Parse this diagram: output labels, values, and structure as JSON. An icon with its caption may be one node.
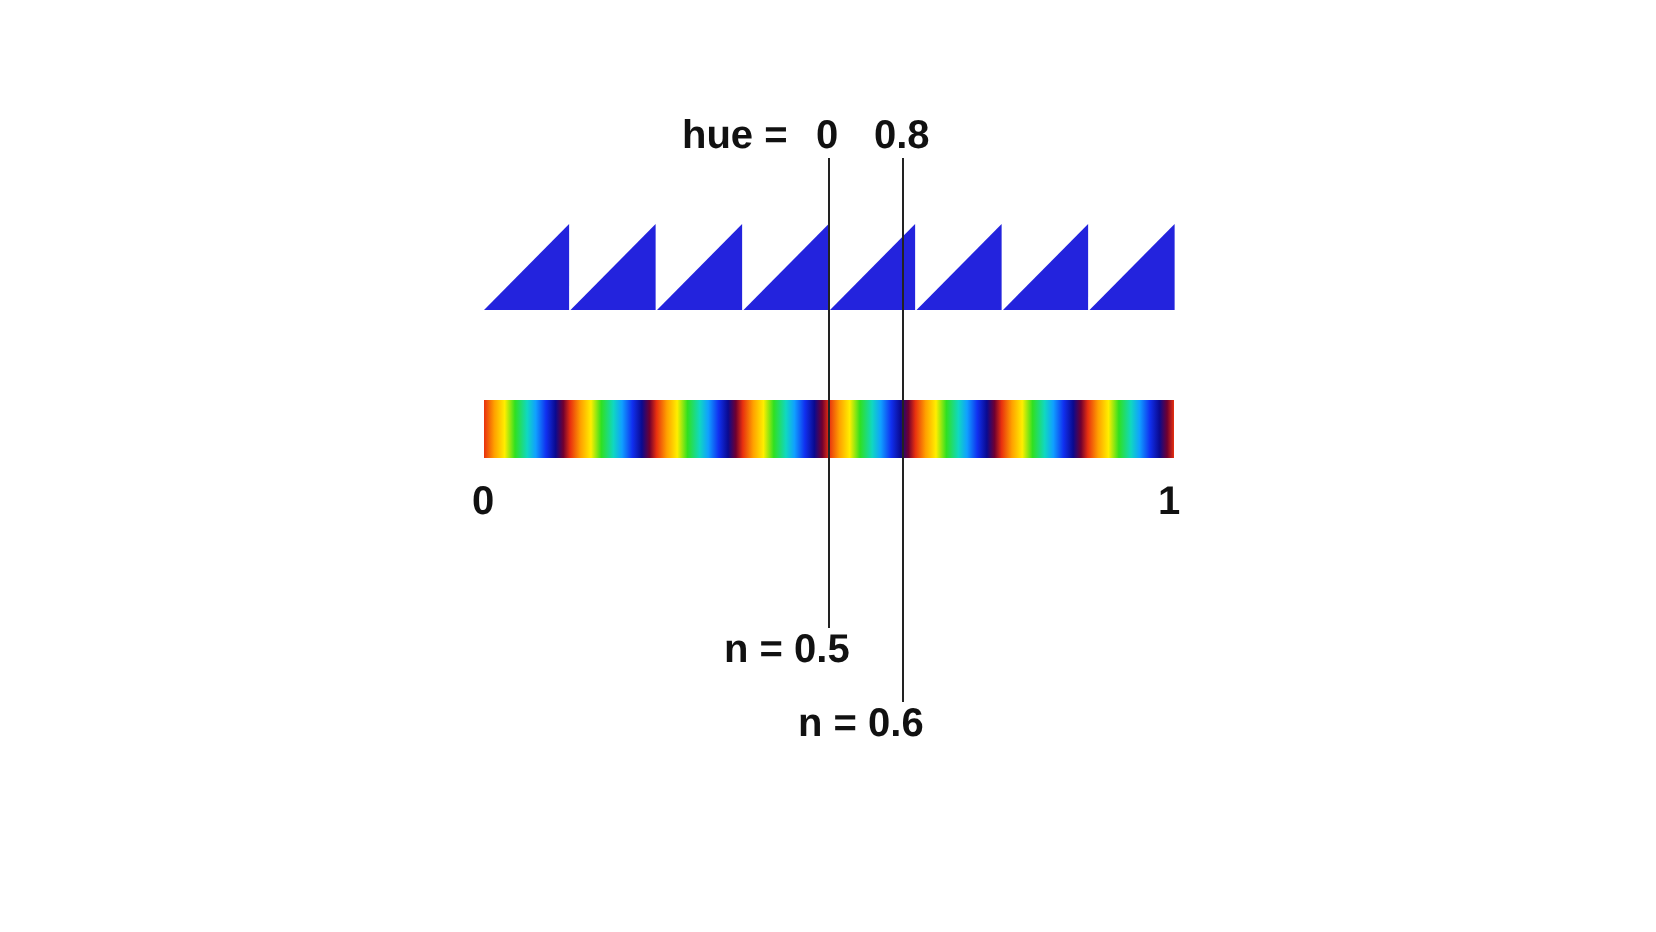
{
  "diagram": {
    "nodes": [
      {
        "text": [
          "0"
        ]
      },
      {
        "text": [
          "0.8"
        ]
      },
      {
        "text": [
          "n = 0.5"
        ]
      },
      {
        "text": [
          "n = 0.6"
        ]
      }
    ],
    "edges": [
      {
        "from": 0,
        "to": 2,
        "arrow": "none"
      },
      {
        "from": 1,
        "to": 3,
        "arrow": "none"
      }
    ],
    "labels": [
      "hue =",
      "0",
      "1"
    ]
  }
}
